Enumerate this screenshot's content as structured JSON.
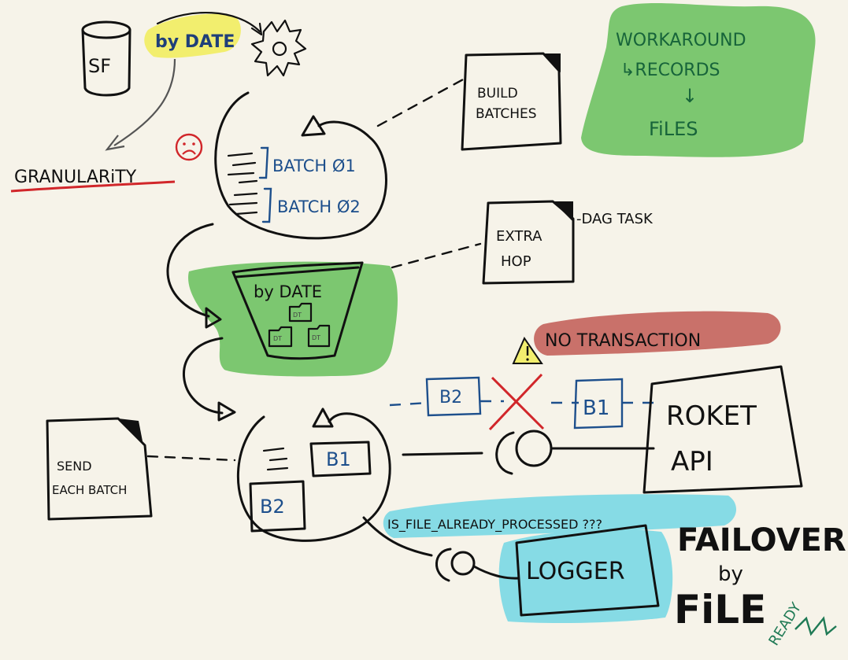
{
  "source_db": {
    "label": "SF"
  },
  "by_date_note": {
    "label": "by DATE",
    "highlight": "#f2ee6e"
  },
  "granularity": {
    "label": "GRANULARiTY",
    "underline": "#d1262a",
    "face": "sad-face"
  },
  "batches": {
    "items": [
      "BATCH Ø1",
      "BATCH Ø2"
    ]
  },
  "build_batches": {
    "lines": [
      "BUILD",
      "BATCHES"
    ]
  },
  "workaround": {
    "lines": [
      "WORKAROUND",
      "↳RECORDS",
      "↓",
      "FiLES"
    ],
    "color": "#7cc770",
    "text_color": "#17643a"
  },
  "extra_hop": {
    "lines": [
      "EXTRA",
      "HOP"
    ],
    "tag": "-DAG TASK"
  },
  "bucket": {
    "label": "by DATE",
    "folder_label": "DT",
    "highlight": "#7cc770"
  },
  "no_transaction": {
    "label": "NO TRANSACTION",
    "color": "#c9716a"
  },
  "queue": {
    "items": [
      "B2",
      "B1"
    ]
  },
  "roket_api": {
    "lines": [
      "ROKET",
      "API"
    ]
  },
  "send_batch": {
    "lines": [
      "SEND",
      "EACH BATCH"
    ]
  },
  "active": {
    "items": [
      "B1",
      "B2"
    ]
  },
  "is_file_processed": {
    "label": "IS_FILE_ALREADY_PROCESSED ???",
    "highlight": "#86dbe5"
  },
  "logger": {
    "label": "LOGGER",
    "highlight": "#86dbe5"
  },
  "failover": {
    "lines": [
      "FAILOVER",
      "by",
      "FiLE"
    ]
  },
  "ready": {
    "label": "READY",
    "color": "#1f7a55"
  }
}
